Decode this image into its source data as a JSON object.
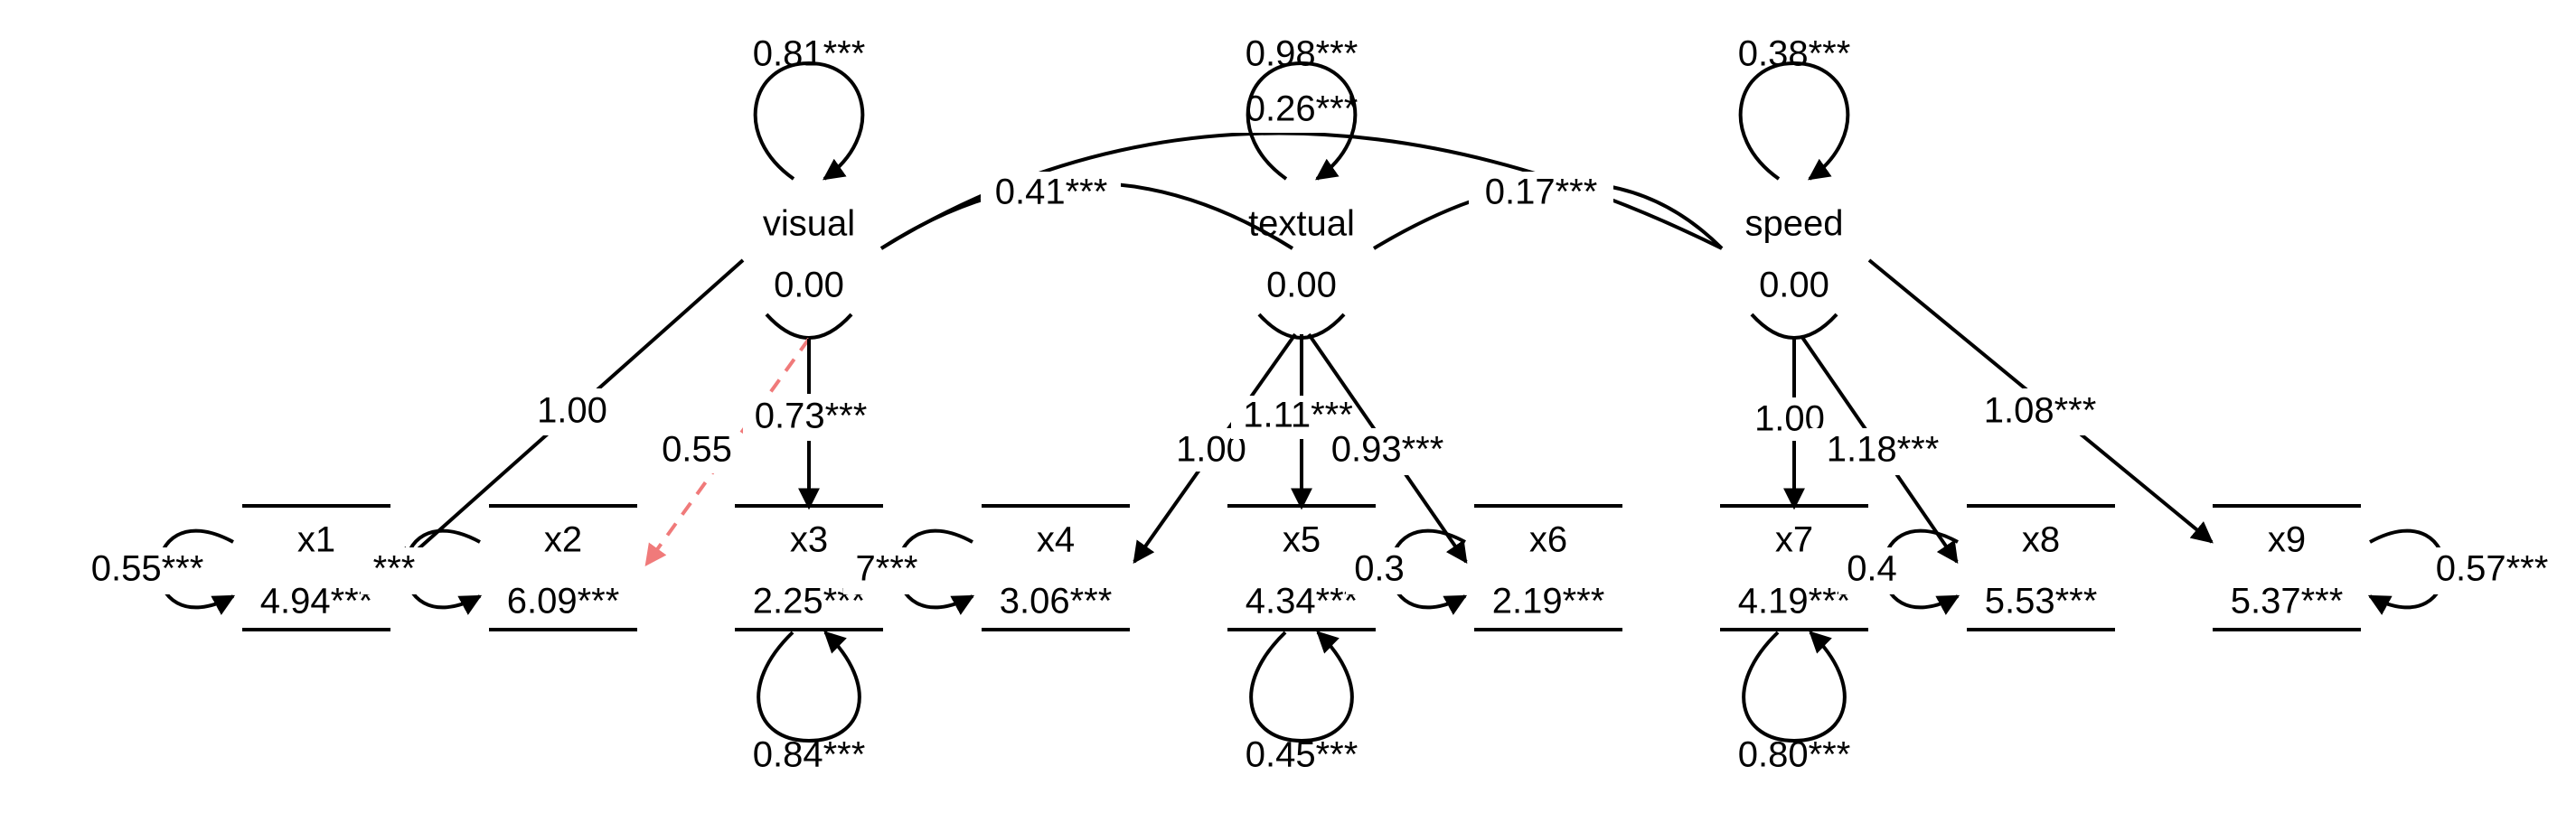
{
  "latent_nodes": [
    {
      "id": "visual",
      "label": "visual",
      "intercept": "0.00",
      "variance": "0.81***"
    },
    {
      "id": "textual",
      "label": "textual",
      "intercept": "0.00",
      "variance": "0.98***"
    },
    {
      "id": "speed",
      "label": "speed",
      "intercept": "0.00",
      "variance": "0.38***"
    }
  ],
  "observed_nodes": [
    {
      "id": "x1",
      "label": "x1",
      "intercept": "4.94***",
      "residual": "0.55***"
    },
    {
      "id": "x2",
      "label": "x2",
      "intercept": "6.09***",
      "residual": "***"
    },
    {
      "id": "x3",
      "label": "x3",
      "intercept": "2.25***",
      "residual": "0.84***"
    },
    {
      "id": "x4",
      "label": "x4",
      "intercept": "3.06***",
      "residual": "7***"
    },
    {
      "id": "x5",
      "label": "x5",
      "intercept": "4.34***",
      "residual": "0.45***"
    },
    {
      "id": "x6",
      "label": "x6",
      "intercept": "2.19***",
      "residual": "0.3"
    },
    {
      "id": "x7",
      "label": "x7",
      "intercept": "4.19***",
      "residual": "0.80***"
    },
    {
      "id": "x8",
      "label": "x8",
      "intercept": "5.53***",
      "residual": "0.4"
    },
    {
      "id": "x9",
      "label": "x9",
      "intercept": "5.37***",
      "residual": "0.57***"
    }
  ],
  "loadings": [
    {
      "from": "visual",
      "to": "x1",
      "label": "1.00",
      "style": "solid"
    },
    {
      "from": "visual",
      "to": "x2",
      "label": "0.55",
      "style": "dashed"
    },
    {
      "from": "visual",
      "to": "x3",
      "label": "0.73***",
      "style": "solid"
    },
    {
      "from": "textual",
      "to": "x4",
      "label": "1.00",
      "style": "solid"
    },
    {
      "from": "textual",
      "to": "x5",
      "label": "1.11***",
      "style": "solid"
    },
    {
      "from": "textual",
      "to": "x6",
      "label": "0.93***",
      "style": "solid"
    },
    {
      "from": "speed",
      "to": "x7",
      "label": "1.00",
      "style": "solid"
    },
    {
      "from": "speed",
      "to": "x8",
      "label": "1.18***",
      "style": "solid"
    },
    {
      "from": "speed",
      "to": "x9",
      "label": "1.08***",
      "style": "solid"
    }
  ],
  "covariances": [
    {
      "between": [
        "visual",
        "textual"
      ],
      "label": "0.41***"
    },
    {
      "between": [
        "textual",
        "speed"
      ],
      "label": "0.17***"
    },
    {
      "between": [
        "visual",
        "speed"
      ],
      "label": "0.26***"
    }
  ],
  "colors": {
    "edge": "#000000",
    "dashed_edge": "#f07a7a"
  }
}
